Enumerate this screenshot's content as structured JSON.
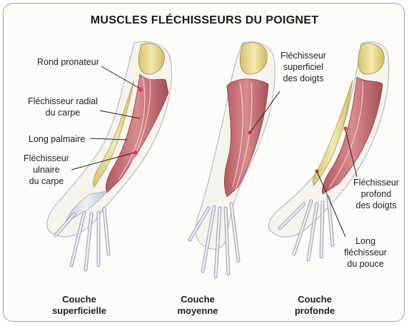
{
  "title": "MUSCLES FLÉCHISSEURS DU POIGNET",
  "labels": {
    "rond_pronateur": "Rond pronateur",
    "flechisseur_radial_1": "Fléchisseur radial",
    "flechisseur_radial_2": "du carpe",
    "long_palmaire": "Long palmaire",
    "flechisseur_ulnaire_1": "Fléchisseur",
    "flechisseur_ulnaire_2": "ulnaire",
    "flechisseur_ulnaire_3": "du carpe",
    "flechisseur_superficiel_1": "Fléchisseur",
    "flechisseur_superficiel_2": "superficiel",
    "flechisseur_superficiel_3": "des doigts",
    "flechisseur_profond_1": "Fléchisseur",
    "flechisseur_profond_2": "profond",
    "flechisseur_profond_3": "des doigts",
    "long_flechisseur_1": "Long",
    "long_flechisseur_2": "fléchisseur",
    "long_flechisseur_3": "du pouce"
  },
  "captions": {
    "superficielle_1": "Couche",
    "superficielle_2": "superficielle",
    "moyenne_1": "Couche",
    "moyenne_2": "moyenne",
    "profonde_1": "Couche",
    "profonde_2": "profonde"
  },
  "colors": {
    "bone": "#efe2a0",
    "bone_shade": "#d9c26a",
    "muscle": "#c9747a",
    "muscle_dark": "#a84e57",
    "tendon": "#d8dce8",
    "tendon_line": "#8c93a8",
    "skin_outline": "#b5bac6",
    "leader": "#222222"
  }
}
